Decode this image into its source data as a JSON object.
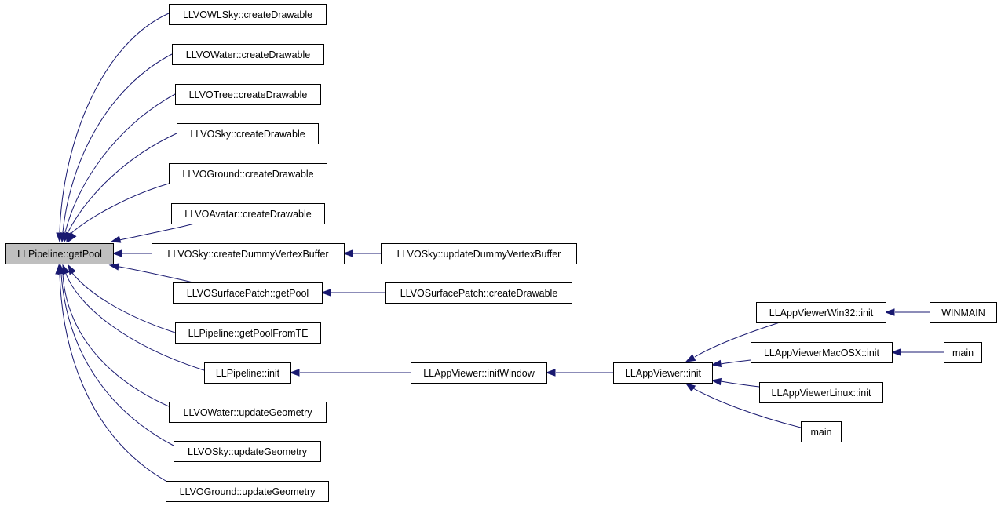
{
  "graph": {
    "edge_color": "#191970",
    "root_fill": "#bfbfbf",
    "nodes": [
      {
        "id": "getPool",
        "label": "LLPipeline::getPool",
        "root": true
      },
      {
        "id": "owlsky_cd",
        "label": "LLVOWLSky::createDrawable"
      },
      {
        "id": "water_cd",
        "label": "LLVOWater::createDrawable"
      },
      {
        "id": "tree_cd",
        "label": "LLVOTree::createDrawable"
      },
      {
        "id": "sky_cd",
        "label": "LLVOSky::createDrawable"
      },
      {
        "id": "ground_cd",
        "label": "LLVOGround::createDrawable"
      },
      {
        "id": "avatar_cd",
        "label": "LLVOAvatar::createDrawable"
      },
      {
        "id": "sky_cdvb",
        "label": "LLVOSky::createDummyVertexBuffer"
      },
      {
        "id": "sky_udvb",
        "label": "LLVOSky::updateDummyVertexBuffer"
      },
      {
        "id": "surf_gp",
        "label": "LLVOSurfacePatch::getPool"
      },
      {
        "id": "surf_cd",
        "label": "LLVOSurfacePatch::createDrawable"
      },
      {
        "id": "pipe_gpte",
        "label": "LLPipeline::getPoolFromTE"
      },
      {
        "id": "pipe_init",
        "label": "LLPipeline::init"
      },
      {
        "id": "app_iw",
        "label": "LLAppViewer::initWindow"
      },
      {
        "id": "app_init",
        "label": "LLAppViewer::init"
      },
      {
        "id": "win32_init",
        "label": "LLAppViewerWin32::init"
      },
      {
        "id": "winmain",
        "label": "WINMAIN"
      },
      {
        "id": "mac_init",
        "label": "LLAppViewerMacOSX::init"
      },
      {
        "id": "main_mac",
        "label": "main"
      },
      {
        "id": "linux_init",
        "label": "LLAppViewerLinux::init"
      },
      {
        "id": "main_direct",
        "label": "main"
      },
      {
        "id": "water_ug",
        "label": "LLVOWater::updateGeometry"
      },
      {
        "id": "sky_ug",
        "label": "LLVOSky::updateGeometry"
      },
      {
        "id": "ground_ug",
        "label": "LLVOGround::updateGeometry"
      }
    ],
    "edges": [
      {
        "from": "owlsky_cd",
        "to": "getPool"
      },
      {
        "from": "water_cd",
        "to": "getPool"
      },
      {
        "from": "tree_cd",
        "to": "getPool"
      },
      {
        "from": "sky_cd",
        "to": "getPool"
      },
      {
        "from": "ground_cd",
        "to": "getPool"
      },
      {
        "from": "avatar_cd",
        "to": "getPool"
      },
      {
        "from": "sky_cdvb",
        "to": "getPool"
      },
      {
        "from": "surf_gp",
        "to": "getPool"
      },
      {
        "from": "pipe_gpte",
        "to": "getPool"
      },
      {
        "from": "pipe_init",
        "to": "getPool"
      },
      {
        "from": "water_ug",
        "to": "getPool"
      },
      {
        "from": "sky_ug",
        "to": "getPool"
      },
      {
        "from": "ground_ug",
        "to": "getPool"
      },
      {
        "from": "sky_udvb",
        "to": "sky_cdvb"
      },
      {
        "from": "surf_cd",
        "to": "surf_gp"
      },
      {
        "from": "app_iw",
        "to": "pipe_init"
      },
      {
        "from": "app_init",
        "to": "app_iw"
      },
      {
        "from": "win32_init",
        "to": "app_init"
      },
      {
        "from": "mac_init",
        "to": "app_init"
      },
      {
        "from": "linux_init",
        "to": "app_init"
      },
      {
        "from": "main_direct",
        "to": "app_init"
      },
      {
        "from": "winmain",
        "to": "win32_init"
      },
      {
        "from": "main_mac",
        "to": "mac_init"
      }
    ]
  }
}
